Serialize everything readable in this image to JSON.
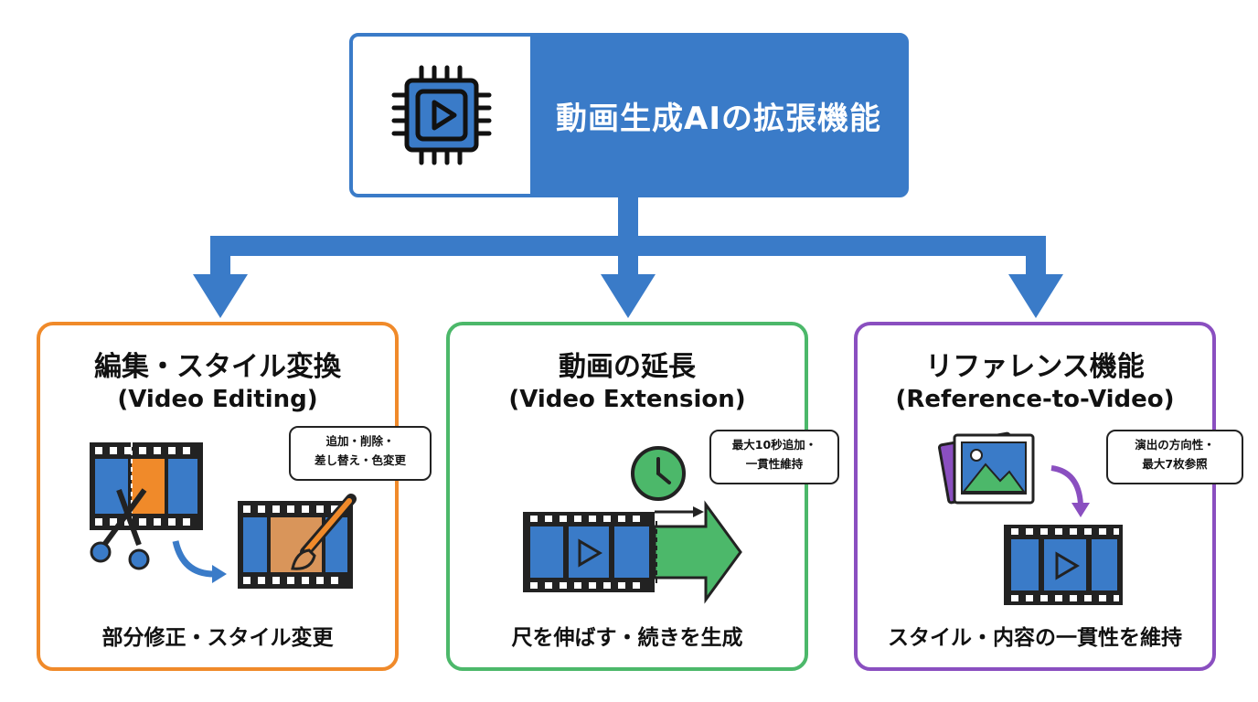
{
  "root": {
    "title": "動画生成AIの拡張機能",
    "icon": "video-chip-icon"
  },
  "colors": {
    "primary_blue": "#3a7bc8",
    "orange": "#f08a2a",
    "green": "#4cb86a",
    "purple": "#8a4fc0"
  },
  "cards": [
    {
      "title": "編集・スタイル変換",
      "subtitle": "(Video Editing)",
      "bubble": [
        "追加・削除・",
        "差し替え・色変更"
      ],
      "footer": "部分修正・スタイル変更",
      "icons": [
        "film-strip-icon",
        "scissors-icon",
        "paintbrush-icon",
        "curved-arrow-icon"
      ]
    },
    {
      "title": "動画の延長",
      "subtitle": "(Video Extension)",
      "bubble": [
        "最大10秒追加・",
        "一貫性維持"
      ],
      "footer": "尺を伸ばす・続きを生成",
      "icons": [
        "film-strip-icon",
        "clock-icon",
        "play-icon",
        "extension-arrow-icon"
      ]
    },
    {
      "title": "リファレンス機能",
      "subtitle": "(Reference-to-Video)",
      "bubble": [
        "演出の方向性・",
        "最大7枚参照"
      ],
      "footer": "スタイル・内容の一貫性を維持",
      "icons": [
        "photo-stack-icon",
        "curved-arrow-icon",
        "film-strip-icon",
        "play-icon"
      ]
    }
  ]
}
